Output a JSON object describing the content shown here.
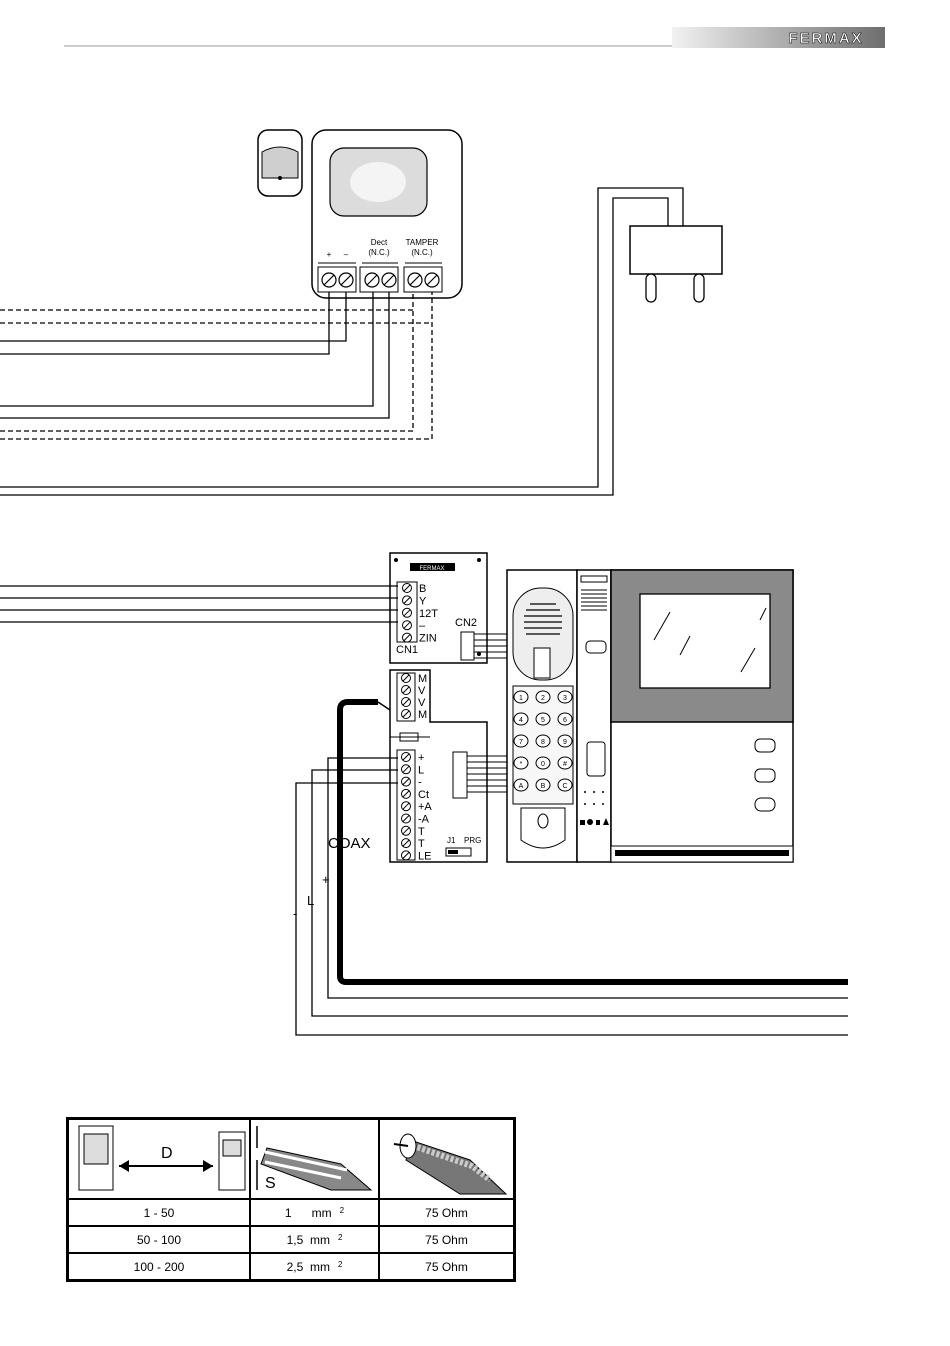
{
  "header": {
    "brand": "FERMAX"
  },
  "sensor": {
    "labels": {
      "plus": "+",
      "minus": "–",
      "dect": "Dect",
      "dect_nc": "(N.C.)",
      "tamper": "TAMPER",
      "tamper_nc": "(N.C.)"
    }
  },
  "interface": {
    "brand": "FERMAX",
    "cn1_terminals": [
      "B",
      "Y",
      "12T",
      "–",
      "ZIN"
    ],
    "cn1_label": "CN1",
    "cn2_label": "CN2",
    "video_terminals": [
      "M",
      "V",
      "V",
      "M"
    ],
    "main_terminals": [
      "+",
      "L",
      "-",
      "Ct",
      "+A",
      "-A",
      "T",
      "T",
      "LE"
    ],
    "jumper_labels": {
      "j1": "J1",
      "prg": "PRG"
    }
  },
  "panel": {
    "keys": [
      "1",
      "2",
      "3",
      "4",
      "5",
      "6",
      "7",
      "8",
      "9",
      "*",
      "0",
      "#",
      "A",
      "B",
      "C"
    ]
  },
  "wiring": {
    "coax_label": "COAX",
    "plus_label": "+",
    "l_label": "L",
    "minus_label": "-"
  },
  "cable_table": {
    "distance_label": "D",
    "section_label": "S",
    "rows": [
      {
        "distance": "1 - 50",
        "section": "1",
        "unit": "mm",
        "sup": "2",
        "coax": "75 Ohm"
      },
      {
        "distance": "50 - 100",
        "section": "1,5",
        "unit": "mm",
        "sup": "2",
        "coax": "75 Ohm"
      },
      {
        "distance": "100 - 200",
        "section": "2,5",
        "unit": "mm",
        "sup": "2",
        "coax": "75 Ohm"
      }
    ]
  }
}
